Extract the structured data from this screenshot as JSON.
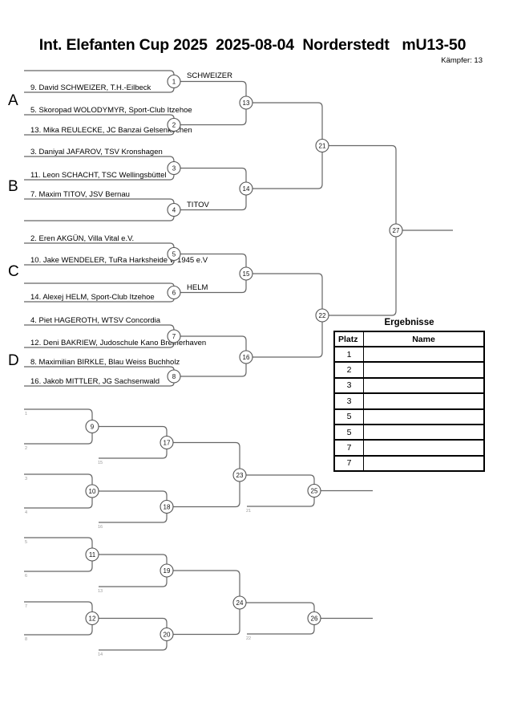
{
  "header": {
    "title": "Int. Elefanten Cup 2025  2025-08-04  Norderstedt   mU13-50",
    "fighters": "Kämpfer: 13"
  },
  "bracket": {
    "group_labels": [
      "A",
      "B",
      "C",
      "D"
    ],
    "slots": [
      "",
      "9. David SCHWEIZER, T.H.-Eilbeck",
      "5. Skoropad WOLODYMYR, Sport-Club Itzehoe",
      "13. Mika REULECKE, JC Banzai Gelsenkirchen",
      "3. Daniyal JAFAROV, TSV Kronshagen",
      "11. Leon SCHACHT, TSC Wellingsbüttel",
      "7. Maxim TITOV, JSV Bernau",
      "",
      "2. Eren AKGÜN, Villa Vital e.V.",
      "10. Jake WENDELER, TuRa Harksheide v. 1945 e.V",
      "",
      "14. Alexej HELM, Sport-Club Itzehoe",
      "4. Piet HAGEROTH, WTSV Concordia",
      "12. Deni BAKRIEW, Judoschule Kano Bremerhaven",
      "8. Maximilian BIRKLE, Blau Weiss Buchholz",
      "16. Jakob MITTLER, JG Sachsenwald"
    ],
    "winner_labels": {
      "match_1": "SCHWEIZER",
      "match_4": "TITOV",
      "match_6": "HELM"
    },
    "match_numbers": {
      "m1": "1",
      "m2": "2",
      "m3": "3",
      "m4": "4",
      "m5": "5",
      "m6": "6",
      "m7": "7",
      "m8": "8",
      "m13": "13",
      "m14": "14",
      "m15": "15",
      "m16": "16",
      "m21": "21",
      "m22": "22",
      "m27": "27"
    }
  },
  "repechage": {
    "match_numbers": {
      "m9": "9",
      "m10": "10",
      "m11": "11",
      "m12": "12",
      "m17": "17",
      "m18": "18",
      "m19": "19",
      "m20": "20",
      "m23": "23",
      "m24": "24",
      "m25": "25",
      "m26": "26"
    },
    "loser_refs": {
      "r1": "1",
      "r2": "2",
      "r3": "3",
      "r4": "4",
      "r5": "5",
      "r6": "6",
      "r7": "7",
      "r8": "8",
      "r13": "13",
      "r14": "14",
      "r15": "15",
      "r16": "16",
      "r21": "21",
      "r22": "22"
    }
  },
  "results": {
    "title": "Ergebnisse",
    "columns": [
      "Platz",
      "Name"
    ],
    "rows": [
      {
        "platz": "1",
        "name": ""
      },
      {
        "platz": "2",
        "name": ""
      },
      {
        "platz": "3",
        "name": ""
      },
      {
        "platz": "3",
        "name": ""
      },
      {
        "platz": "5",
        "name": ""
      },
      {
        "platz": "5",
        "name": ""
      },
      {
        "platz": "7",
        "name": ""
      },
      {
        "platz": "7",
        "name": ""
      }
    ]
  }
}
